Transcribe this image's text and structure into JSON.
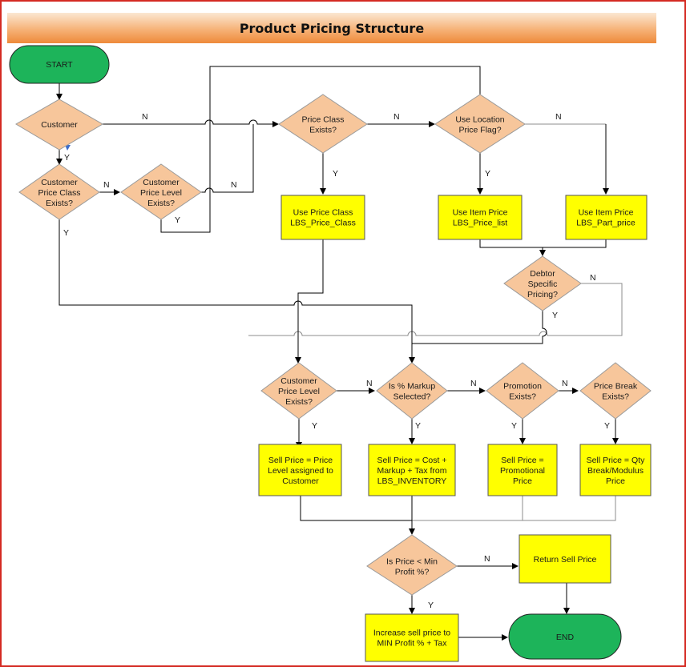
{
  "title": "Product Pricing Structure",
  "terminals": {
    "start": "START",
    "end": "END"
  },
  "decisions": {
    "customer": [
      "Customer"
    ],
    "cust_price_class": [
      "Customer",
      "Price Class",
      "Exists?"
    ],
    "cust_price_level_top": [
      "Customer",
      "Price Level",
      "Exists?"
    ],
    "price_class_exists": [
      "Price Class",
      "Exists?"
    ],
    "use_location_flag": [
      "Use Location",
      "Price Flag?"
    ],
    "debtor_specific": [
      "Debtor",
      "Specific",
      "Pricing?"
    ],
    "cust_price_level_mid": [
      "Customer",
      "Price Level",
      "Exists?"
    ],
    "markup_selected": [
      "Is % Markup",
      "Selected?"
    ],
    "promotion_exists": [
      "Promotion",
      "Exists?"
    ],
    "price_break_exists": [
      "Price Break",
      "Exists?"
    ],
    "price_min_profit": [
      "Is Price < Min",
      "Profit %?"
    ]
  },
  "processes": {
    "use_price_class": [
      "Use Price Class",
      "LBS_Price_Class"
    ],
    "use_item_price_list": [
      "Use Item Price",
      "LBS_Price_list"
    ],
    "use_item_part_price": [
      "Use Item Price",
      "LBS_Part_price"
    ],
    "sell_price_level": [
      "Sell Price = Price",
      "Level assigned to",
      "Customer"
    ],
    "sell_price_markup": [
      "Sell Price = Cost +",
      "Markup + Tax from",
      "LBS_INVENTORY"
    ],
    "sell_price_promo": [
      "Sell Price =",
      "Promotional",
      "Price"
    ],
    "sell_price_qty": [
      "Sell Price = Qty",
      "Break/Modulus",
      "Price"
    ],
    "return_sell_price": [
      "Return Sell Price"
    ],
    "increase_sell_price": [
      "Increase sell price to",
      "MIN Profit % + Tax"
    ]
  },
  "edge_labels": {
    "customer_n": "N",
    "customer_y": "Y",
    "cpc_n": "N",
    "cpc_y": "Y",
    "cpl_top_n": "N",
    "cpl_top_y": "Y",
    "pce_n": "N",
    "pce_y": "Y",
    "loc_n": "N",
    "loc_y": "Y",
    "debtor_n": "N",
    "debtor_y": "Y",
    "cpl_mid_n": "N",
    "cpl_mid_y": "Y",
    "markup_n": "N",
    "markup_y": "Y",
    "promo_n": "N",
    "promo_y": "Y",
    "pb_y": "Y",
    "minprofit_n": "N",
    "minprofit_y": "Y"
  }
}
